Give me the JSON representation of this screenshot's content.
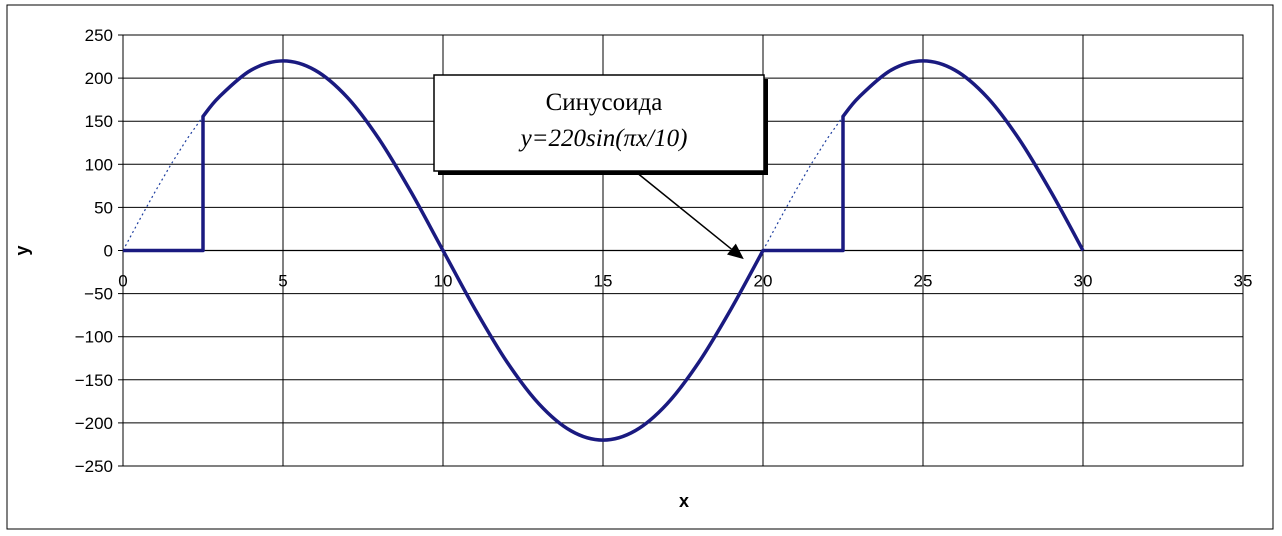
{
  "chart_data": {
    "type": "line",
    "title": "",
    "xlabel": "x",
    "ylabel": "y",
    "xlim": [
      0,
      35
    ],
    "ylim": [
      -250,
      250
    ],
    "x_ticks": [
      0,
      5,
      10,
      15,
      20,
      25,
      30,
      35
    ],
    "y_ticks": [
      250,
      200,
      150,
      100,
      50,
      0,
      -50,
      -100,
      -150,
      -200,
      -250
    ],
    "grid": true,
    "series": [
      {
        "style": "solid-bold",
        "color": "#1a1a80",
        "points": [
          [
            0,
            0
          ],
          [
            2.5,
            0
          ],
          [
            2.5,
            155.6
          ],
          [
            3,
            178
          ],
          [
            4,
            209.2
          ],
          [
            5,
            220
          ],
          [
            6,
            209.2
          ],
          [
            7,
            178
          ],
          [
            8,
            129.3
          ],
          [
            9,
            68
          ],
          [
            10,
            0
          ],
          [
            11,
            -68
          ],
          [
            12,
            -129.3
          ],
          [
            13,
            -178
          ],
          [
            14,
            -209.2
          ],
          [
            15,
            -220
          ],
          [
            16,
            -209.2
          ],
          [
            17,
            -178
          ],
          [
            18,
            -129.3
          ],
          [
            19,
            -68
          ],
          [
            20,
            0
          ],
          [
            22.5,
            0
          ],
          [
            22.5,
            155.6
          ],
          [
            23,
            178
          ],
          [
            24,
            209.2
          ],
          [
            25,
            220
          ],
          [
            26,
            209.2
          ],
          [
            27,
            178
          ],
          [
            28,
            129.3
          ],
          [
            29,
            68
          ],
          [
            30,
            0
          ]
        ]
      },
      {
        "style": "dotted-thin",
        "color": "#1f3fa0",
        "points": [
          [
            0,
            0
          ],
          [
            0.5,
            34.4
          ],
          [
            1,
            68
          ],
          [
            1.5,
            99.9
          ],
          [
            2,
            129.3
          ],
          [
            2.5,
            155.6
          ],
          [
            20,
            0
          ],
          [
            20.5,
            34.4
          ],
          [
            21,
            68
          ],
          [
            21.5,
            99.9
          ],
          [
            22,
            129.3
          ],
          [
            22.5,
            155.6
          ]
        ]
      }
    ],
    "annotation": {
      "line1": "Синусоида",
      "line2": "y=220sin(πx/10)",
      "arrow_to": [
        19.4,
        -10
      ]
    }
  }
}
